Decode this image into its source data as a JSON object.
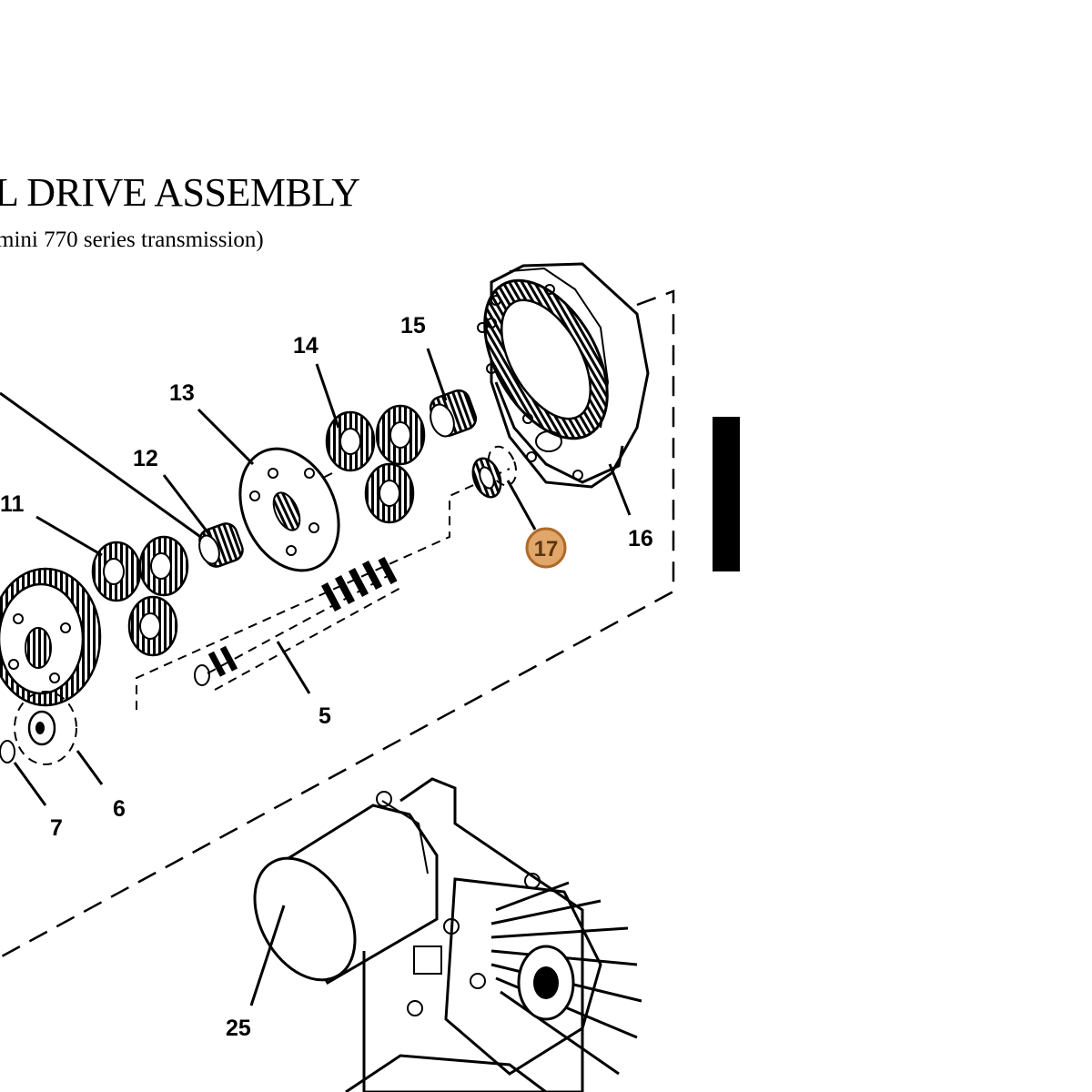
{
  "title": "L DRIVE ASSEMBLY",
  "subtitle": "mini 770 series transmission)",
  "callouts": {
    "c5": "5",
    "c6": "6",
    "c7": "7",
    "c11": "11",
    "c12": "12",
    "c13": "13",
    "c14": "14",
    "c15": "15",
    "c16": "16",
    "c17": "17",
    "c25": "25"
  },
  "highlight_color": "#e0a66a",
  "highlight_stroke": "#b06a28"
}
